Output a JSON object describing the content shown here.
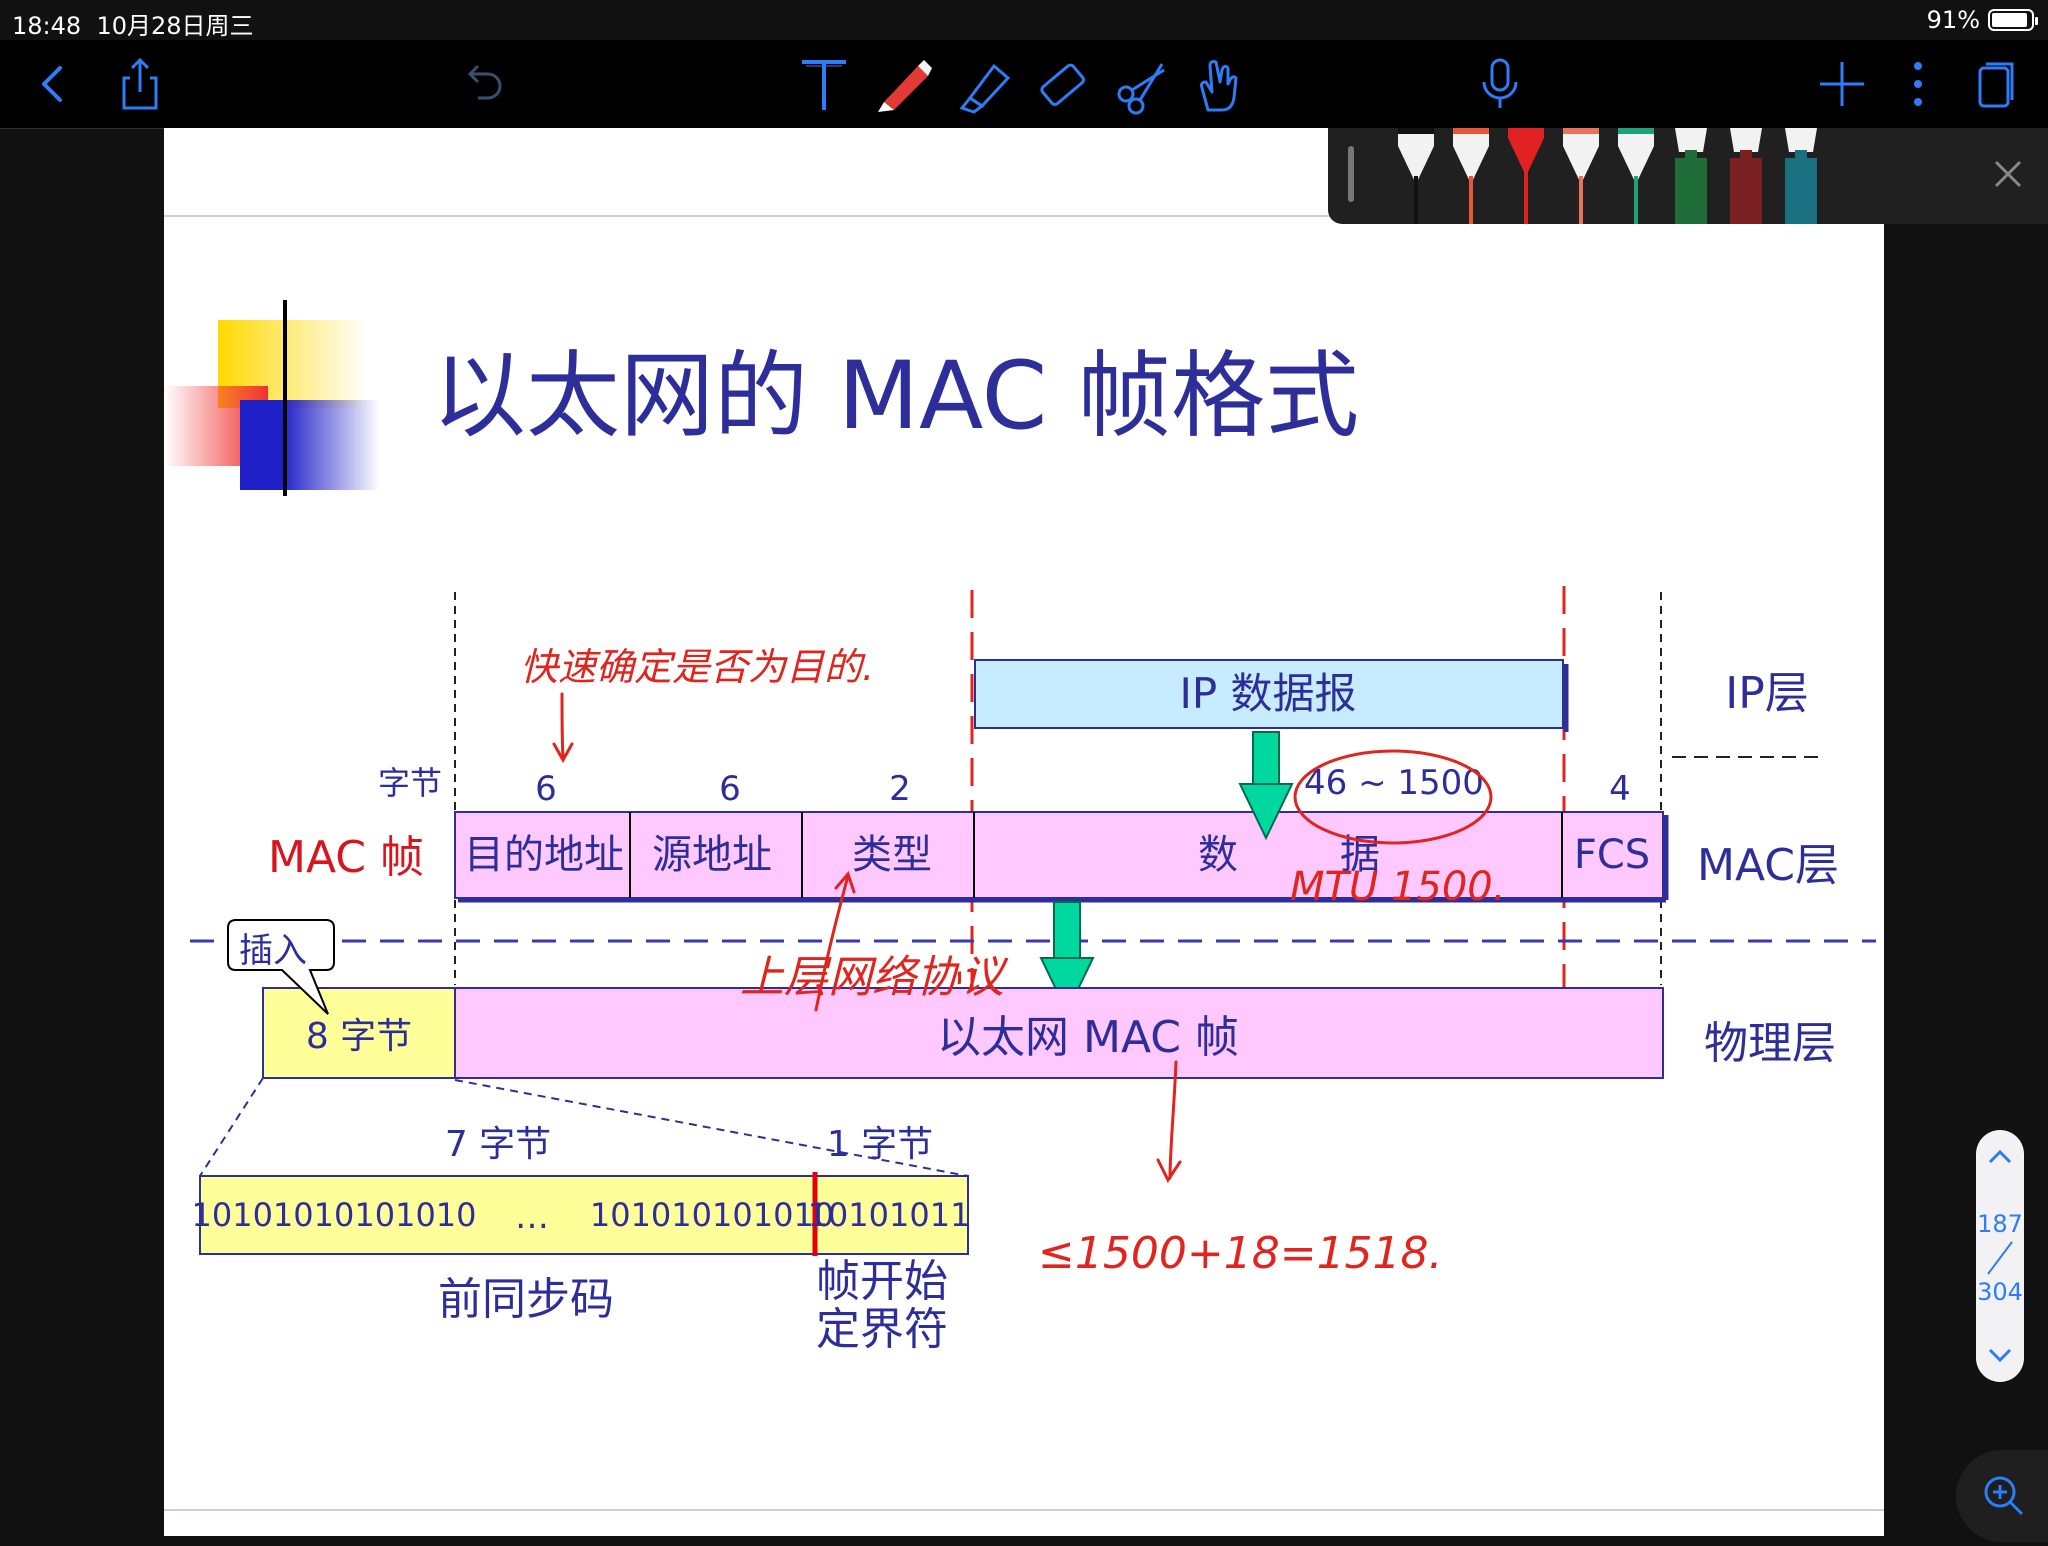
{
  "status_bar": {
    "time": "18:48",
    "date": "10月28日周三",
    "battery_pct": "91%",
    "battery_level": 0.91
  },
  "toolbar": {
    "left_icons": [
      "back-icon",
      "share-icon",
      "undo-icon"
    ],
    "tool_icons": [
      "text-tool-icon",
      "pen-tool-icon",
      "highlighter-tool-icon",
      "eraser-tool-icon",
      "scissors-tool-icon",
      "hand-tool-icon"
    ],
    "right_icons": [
      "microphone-icon",
      "add-page-icon",
      "more-icon",
      "pages-icon"
    ],
    "accent_color": "#2e7cf6"
  },
  "pen_tray": {
    "pens": [
      {
        "kind": "pen",
        "color": "#111111"
      },
      {
        "kind": "pen",
        "color": "#e8553a"
      },
      {
        "kind": "pen",
        "color": "#e02222",
        "selected": true
      },
      {
        "kind": "pen",
        "color": "#e8735a"
      },
      {
        "kind": "pen",
        "color": "#1ca37a"
      },
      {
        "kind": "marker",
        "color": "#1f6e3a"
      },
      {
        "kind": "marker",
        "color": "#7a2020"
      },
      {
        "kind": "marker",
        "color": "#1a6f80"
      }
    ]
  },
  "slide": {
    "title": "以太网的 MAC 帧格式",
    "colors": {
      "text": "#2e2e9a",
      "red": "#d8141e",
      "pink": "#ffc8ff",
      "blue": "#c8ecff",
      "yellow": "#ffff99",
      "green": "#00d8a0",
      "ink": "#e0241e"
    },
    "byte_label": "字节",
    "byte_counts": [
      "6",
      "6",
      "2",
      "4"
    ],
    "data_range": "46 ~ 1500",
    "mac_frame_label": "MAC 帧",
    "fields": [
      "目的地址",
      "源地址",
      "类型",
      "数",
      "据",
      "FCS"
    ],
    "ip_datagram": "IP 数据报",
    "layers": [
      "IP层",
      "MAC层",
      "物理层"
    ],
    "callout": "插入",
    "preamble_bytes": "8 字节",
    "ethernet_mac_frame": "以太网 MAC 帧",
    "seven_bytes": "7 字节",
    "one_byte": "1 字节",
    "preamble_bits_left": "10101010101010",
    "ellipsis": "…",
    "preamble_bits_right": "101010101010",
    "sfd_bits": "10101011",
    "preamble_label": "前同步码",
    "sfd_label_line1": "帧开始",
    "sfd_label_line2": "定界符"
  },
  "annotations": {
    "note_top": "快速确定是否为目的.",
    "note_mtu": "MTU 1500.",
    "note_upper": "上层网络协议",
    "note_sum": "≤1500+18=1518."
  },
  "page_nav": {
    "current": "187",
    "total": "304"
  }
}
